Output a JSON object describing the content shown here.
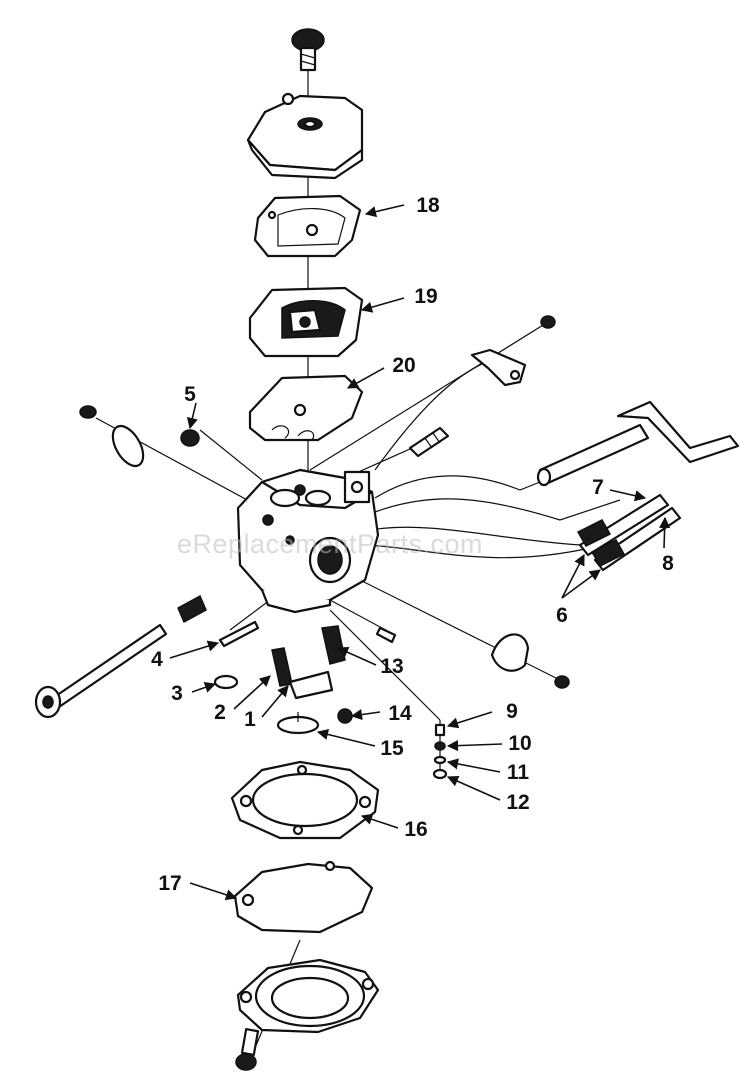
{
  "watermark": "eReplacementParts.com",
  "callouts": [
    "1",
    "2",
    "3",
    "4",
    "5",
    "6",
    "7",
    "8",
    "9",
    "10",
    "11",
    "12",
    "13",
    "14",
    "15",
    "16",
    "17",
    "18",
    "19",
    "20"
  ],
  "colors": {
    "ink": "#111111",
    "background": "#ffffff",
    "watermark": "#bbbbbb"
  }
}
